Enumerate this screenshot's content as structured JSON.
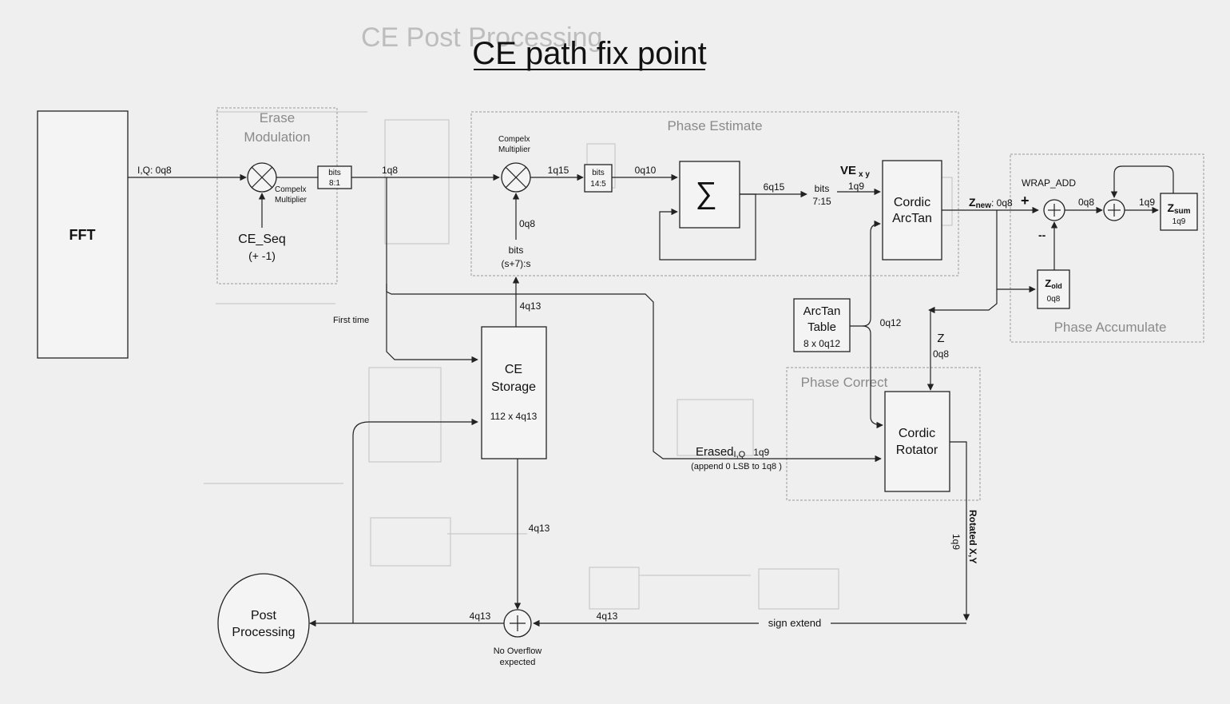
{
  "title": "CE path fix point",
  "ghost_title": "CE Post Processing",
  "regions": {
    "erase": "Erase Modulation",
    "phase_estimate": "Phase Estimate",
    "phase_accumulate": "Phase Accumulate",
    "phase_correct": "Phase Correct"
  },
  "blocks": {
    "fft": "FFT",
    "ce_seq_1": "CE_Seq",
    "ce_seq_2": "(+ -1)",
    "ce_storage_1": "CE",
    "ce_storage_2": "Storage",
    "ce_storage_3": "112 x 4q13",
    "cordic_arctan_1": "Cordic",
    "cordic_arctan_2": "ArcTan",
    "arctan_table_1": "ArcTan",
    "arctan_table_2": "Table",
    "arctan_table_3": "8 x 0q12",
    "cordic_rotator_1": "Cordic",
    "cordic_rotator_2": "Rotator",
    "post_processing_1": "Post",
    "post_processing_2": "Processing",
    "z_sum": "Z",
    "z_sum_sub": "sum",
    "z_sum_fmt": "1q9",
    "z_old": "Z",
    "z_old_sub": "old",
    "z_old_fmt": "0q8",
    "sigma": "∑"
  },
  "bits_boxes": {
    "b1_top": "bits",
    "b1_bottom": "8:1",
    "b2_top": "bits",
    "b2_bottom": "14:5"
  },
  "labels": {
    "iq_in": "I,Q:  0q8",
    "complex_mult_a1": "Compelx",
    "complex_mult_a2": "Multiplier",
    "complex_mult_b1": "Compelx",
    "complex_mult_b2": "Multiplier",
    "f_1q8": "1q8",
    "f_1q15": "1q15",
    "f_0q10": "0q10",
    "f_0q8_mid": "0q8",
    "bits_s7_1": "bits",
    "bits_s7_2": "(s+7):s",
    "f_6q15": "6q15",
    "bits_715_1": "bits",
    "bits_715_2": "7:15",
    "ve": "VE",
    "ve_sub": "x y",
    "f_1q9_ve": "1q9",
    "znew": "Z",
    "znew_sub": "new",
    "znew_fmt": ": 0q8",
    "wrap_add": "WRAP_ADD",
    "plus_sign": "+",
    "minus_sign": "--",
    "f_0q8_acc": "0q8",
    "f_1q9_acc": "1q9",
    "first_time": "First  time",
    "f_4q13_top": "4q13",
    "f_0q12": "0q12",
    "z_label": "Z",
    "z_fmt": "0q8",
    "erased": "Erased",
    "erased_sub": "I,Q",
    "erased_fmt": "1q9",
    "append_note": "(append 0 LSB to 1q8 )",
    "f_4q13_down": "4q13",
    "f_4q13_left": "4q13",
    "f_4q13_right": "4q13",
    "no_overflow_1": "No Overflow",
    "no_overflow_2": "expected",
    "sign_extend": "sign extend",
    "rotated_xy": "Rotated X,Y",
    "f_1q9_rot": "1q9"
  },
  "symbols": {
    "multiply": "×",
    "add": "+"
  }
}
